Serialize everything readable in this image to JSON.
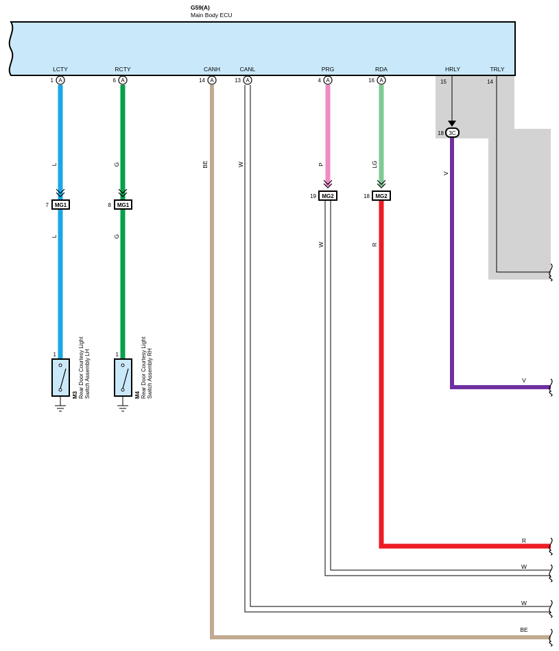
{
  "ecu": {
    "code": "G59(A)",
    "name": "Main Body ECU",
    "terminal_letter": "A"
  },
  "terminals": [
    {
      "name": "LCTY",
      "pin": "1"
    },
    {
      "name": "RCTY",
      "pin": "6"
    },
    {
      "name": "CANH",
      "pin": "14"
    },
    {
      "name": "CANL",
      "pin": "13"
    },
    {
      "name": "PRG",
      "pin": "4"
    },
    {
      "name": "RDA",
      "pin": "16"
    },
    {
      "name": "HRLY",
      "pin": "15"
    },
    {
      "name": "TRLY",
      "pin": "14"
    }
  ],
  "wire_colors": {
    "lcty": "L",
    "rcty": "G",
    "canh": "BE",
    "canl": "W",
    "prg": "P",
    "rda": "LG",
    "hrly": "V",
    "prg_out": "W",
    "rda_out": "R"
  },
  "connectors": [
    {
      "name": "MG1",
      "pin": "7"
    },
    {
      "name": "MG1",
      "pin": "8"
    },
    {
      "name": "MG2",
      "pin": "19"
    },
    {
      "name": "MG2",
      "pin": "18"
    },
    {
      "name": "3C",
      "pin": "18"
    }
  ],
  "switches": [
    {
      "code": "M3",
      "line1": "Rear Door Courtesy Light",
      "line2": "Switch Assembly LH",
      "pin": "1"
    },
    {
      "code": "M4",
      "line1": "Rear Door Courtesy Light",
      "line2": "Switch Assembly RH",
      "pin": "1"
    }
  ],
  "exits": [
    "V",
    "R",
    "W",
    "W",
    "BE"
  ],
  "colors": {
    "ecu_fill": "#c9e9fb",
    "shade": "#d3d3d3",
    "L": "#1aa7e6",
    "G": "#06a14a",
    "BE": "#c0aa90",
    "P": "#f08bc6",
    "LG": "#7fca94",
    "R": "#ec1c24",
    "V": "#7030a0",
    "W": "#000000"
  }
}
